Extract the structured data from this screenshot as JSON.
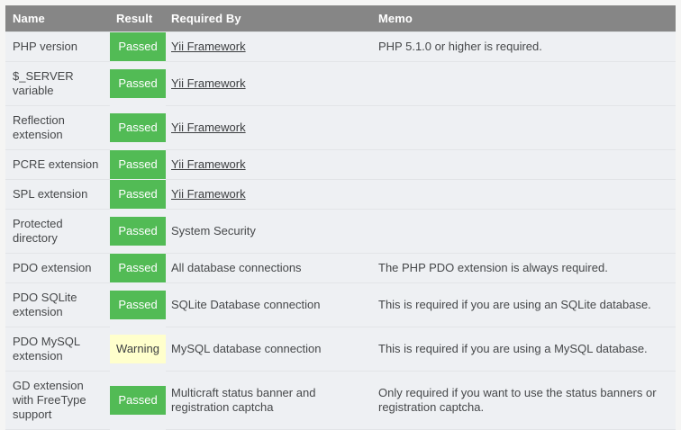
{
  "table": {
    "columns": [
      {
        "key": "name",
        "label": "Name"
      },
      {
        "key": "result",
        "label": "Result"
      },
      {
        "key": "reqby",
        "label": "Required By"
      },
      {
        "key": "memo",
        "label": "Memo"
      }
    ],
    "colors": {
      "header_bg": "#868686",
      "header_text": "#ffffff",
      "row_bg": "#eef0f3",
      "row_border": "#e2e4e7",
      "passed_bg": "#52bb55",
      "passed_text": "#ffffff",
      "warning_bg": "#ffffcc",
      "warning_text": "#3d3f41",
      "link_text": "#3b3d3f",
      "page_bg": "#f5f5f4"
    },
    "rows": [
      {
        "name": "PHP version",
        "result": "Passed",
        "status": "passed",
        "required_by": "Yii Framework",
        "required_by_is_link": true,
        "memo": "PHP 5.1.0 or higher is required."
      },
      {
        "name": "$_SERVER variable",
        "result": "Passed",
        "status": "passed",
        "required_by": "Yii Framework",
        "required_by_is_link": true,
        "memo": ""
      },
      {
        "name": "Reflection extension",
        "result": "Passed",
        "status": "passed",
        "required_by": "Yii Framework",
        "required_by_is_link": true,
        "memo": ""
      },
      {
        "name": "PCRE extension",
        "result": "Passed",
        "status": "passed",
        "required_by": "Yii Framework",
        "required_by_is_link": true,
        "memo": ""
      },
      {
        "name": "SPL extension",
        "result": "Passed",
        "status": "passed",
        "required_by": "Yii Framework",
        "required_by_is_link": true,
        "memo": ""
      },
      {
        "name": "Protected directory",
        "result": "Passed",
        "status": "passed",
        "required_by": "System Security",
        "required_by_is_link": false,
        "memo": ""
      },
      {
        "name": "PDO extension",
        "result": "Passed",
        "status": "passed",
        "required_by": "All database connections",
        "required_by_is_link": false,
        "memo": "The PHP PDO extension is always required."
      },
      {
        "name": "PDO SQLite extension",
        "result": "Passed",
        "status": "passed",
        "required_by": "SQLite Database connection",
        "required_by_is_link": false,
        "memo": "This is required if you are using an SQLite database."
      },
      {
        "name": "PDO MySQL extension",
        "result": "Warning",
        "status": "warning",
        "required_by": "MySQL database connection",
        "required_by_is_link": false,
        "memo": "This is required if you are using a MySQL database."
      },
      {
        "name": "GD extension with FreeType support",
        "result": "Passed",
        "status": "passed",
        "required_by": "Multicraft status banner and registration captcha",
        "required_by_is_link": false,
        "memo": "Only required if you want to use the status banners or registration captcha."
      }
    ]
  }
}
